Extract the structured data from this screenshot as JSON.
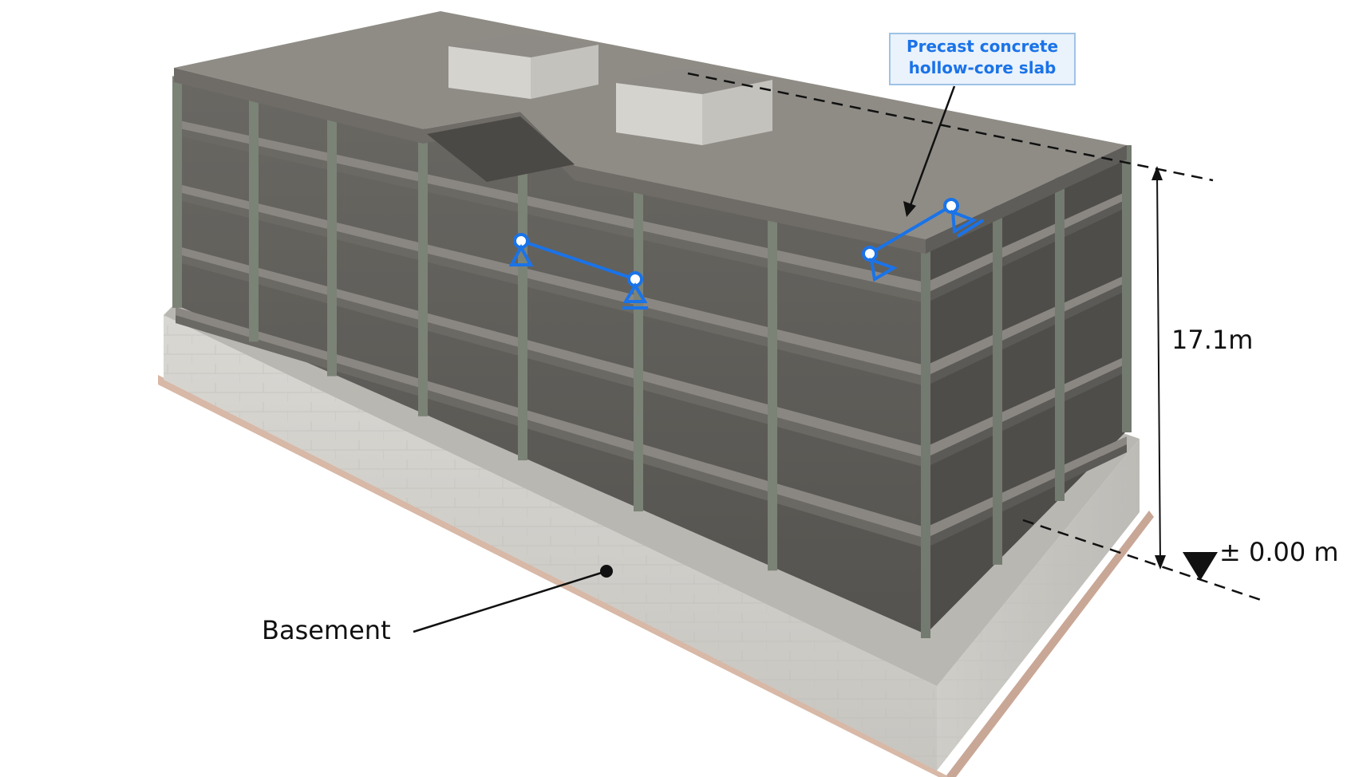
{
  "labels": {
    "slab_line1": "Precast concrete",
    "slab_line2": "hollow-core slab",
    "height": "17.1m",
    "level": "± 0.00 m",
    "basement": "Basement"
  },
  "colors": {
    "accent": "#1a73e8",
    "label_box_fill": "#eaf2fb",
    "label_box_stroke": "#9ec2e6",
    "slab_top": "#8e8b85",
    "slab_front": "#6e6b66",
    "column": "#7b8276",
    "interior": "#5f5d58",
    "basement": "#d2d0cb",
    "base_plate": "#e3c4b3"
  }
}
